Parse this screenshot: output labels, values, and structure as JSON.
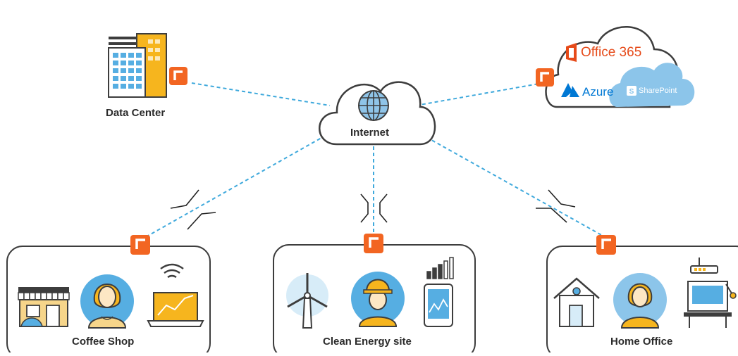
{
  "nodes": {
    "internet": "Internet",
    "data_center": "Data Center",
    "coffee_shop": "Coffee Shop",
    "clean_energy": "Clean Energy site",
    "home_office": "Home Office"
  },
  "cloud_services": {
    "office365": "Office 365",
    "azure": "Azure",
    "sharepoint": "SharePoint"
  },
  "colors": {
    "router_orange": "#f26522",
    "link_blue": "#3fa9dc",
    "people_blue": "#56aee2",
    "accent_yellow": "#f6b51e",
    "outline": "#3d3d3d",
    "office_red": "#e64a19",
    "azure_blue": "#0078d4"
  }
}
